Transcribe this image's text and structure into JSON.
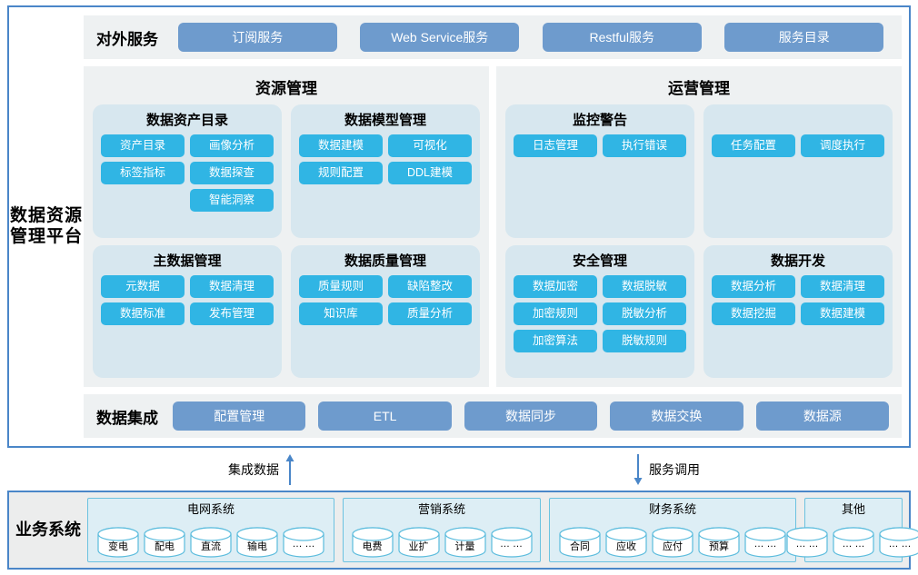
{
  "platform": {
    "title": "数据资源管理平台",
    "external_services": {
      "label": "对外服务",
      "items": [
        {
          "label": "订阅服务"
        },
        {
          "label": "Web Service服务"
        },
        {
          "label": "Restful服务"
        },
        {
          "label": "服务目录"
        }
      ]
    },
    "domains": [
      {
        "title": "资源管理",
        "cards": [
          {
            "title": "数据资产目录",
            "chips": [
              {
                "label": "资产目录"
              },
              {
                "label": "画像分析"
              },
              {
                "label": "标签指标"
              },
              {
                "label": "数据探查"
              },
              {
                "label": "智能洞察",
                "column": 2
              }
            ]
          },
          {
            "title": "数据模型管理",
            "chips": [
              {
                "label": "数据建模"
              },
              {
                "label": "可视化"
              },
              {
                "label": "规则配置"
              },
              {
                "label": "DDL建模"
              }
            ]
          },
          {
            "title": "主数据管理",
            "chips": [
              {
                "label": "元数据"
              },
              {
                "label": "数据清理"
              },
              {
                "label": "数据标准"
              },
              {
                "label": "发布管理"
              }
            ]
          },
          {
            "title": "数据质量管理",
            "chips": [
              {
                "label": "质量规则"
              },
              {
                "label": "缺陷整改"
              },
              {
                "label": "知识库"
              },
              {
                "label": "质量分析"
              }
            ]
          }
        ]
      },
      {
        "title": "运营管理",
        "cards": [
          {
            "title": "监控警告",
            "chips": [
              {
                "label": "日志管理"
              },
              {
                "label": "执行错误"
              }
            ]
          },
          {
            "title": "",
            "chips": [
              {
                "label": "任务配置"
              },
              {
                "label": "调度执行"
              }
            ]
          },
          {
            "title": "安全管理",
            "chips": [
              {
                "label": "数据加密"
              },
              {
                "label": "数据脱敏"
              },
              {
                "label": "加密规则"
              },
              {
                "label": "脱敏分析"
              },
              {
                "label": "加密算法"
              },
              {
                "label": "脱敏规则"
              }
            ]
          },
          {
            "title": "数据开发",
            "chips": [
              {
                "label": "数据分析"
              },
              {
                "label": "数据清理"
              },
              {
                "label": "数据挖掘"
              },
              {
                "label": "数据建模"
              }
            ]
          }
        ]
      }
    ],
    "data_integration": {
      "label": "数据集成",
      "items": [
        {
          "label": "配置管理"
        },
        {
          "label": "ETL"
        },
        {
          "label": "数据同步"
        },
        {
          "label": "数据交换"
        },
        {
          "label": "数据源"
        }
      ]
    }
  },
  "connectors": [
    {
      "label": "集成数据",
      "direction": "up"
    },
    {
      "label": "服务调用",
      "direction": "down"
    }
  ],
  "business_systems": {
    "title": "业务系统",
    "groups": [
      {
        "title": "电网系统",
        "nodes": [
          "变电",
          "配电",
          "直流",
          "输电",
          "… …"
        ]
      },
      {
        "title": "营销系统",
        "nodes": [
          "电费",
          "业扩",
          "计量",
          "… …"
        ]
      },
      {
        "title": "财务系统",
        "nodes": [
          "合同",
          "应收",
          "应付",
          "预算",
          "… …"
        ]
      },
      {
        "title": "其他",
        "nodes": [
          "… …",
          "… …",
          "… …"
        ]
      }
    ]
  },
  "colors": {
    "frame_border": "#4a86c8",
    "bar_background": "#eef1f2",
    "pill": "#6e9bcd",
    "card": "#d7e7ef",
    "chip": "#30b5e4",
    "biz_group_border": "#6cc2e0",
    "biz_group_background": "#ddeef5"
  }
}
